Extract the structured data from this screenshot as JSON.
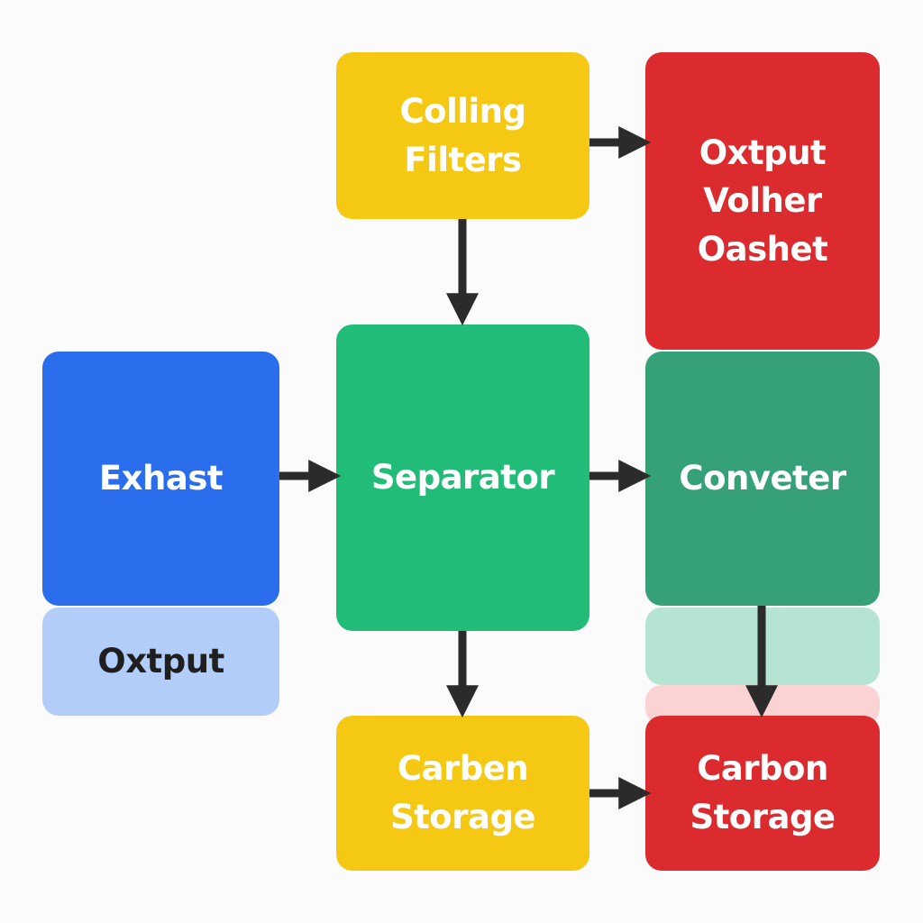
{
  "colors": {
    "yellow": "#f5c813",
    "red": "#dc2b2f",
    "blue": "#2a6ded",
    "light_blue": "#b3cdf9",
    "green": "#21bd78",
    "dark_green": "#36a078",
    "light_green": "#b5e4d2",
    "light_pink": "#fbd3d3",
    "arrow": "#2b2b2b",
    "dark_text": "#1f1f1f"
  },
  "nodes": {
    "cooling_filters": "Colling\nFilters",
    "output_volher": "Oxtput\nVolher\nOashet",
    "exhaust": "Exhast",
    "output": "Oxtput",
    "separator": "Separator",
    "converter": "Conveter",
    "carben_storage": "Carben\nStorage",
    "carbon_storage": "Carbon\nStorage"
  },
  "edges": [
    {
      "from": "cooling_filters",
      "to": "output_volher"
    },
    {
      "from": "cooling_filters",
      "to": "separator"
    },
    {
      "from": "exhaust",
      "to": "separator"
    },
    {
      "from": "separator",
      "to": "converter"
    },
    {
      "from": "separator",
      "to": "carben_storage"
    },
    {
      "from": "converter",
      "to": "carbon_storage"
    },
    {
      "from": "carben_storage",
      "to": "carbon_storage"
    }
  ]
}
